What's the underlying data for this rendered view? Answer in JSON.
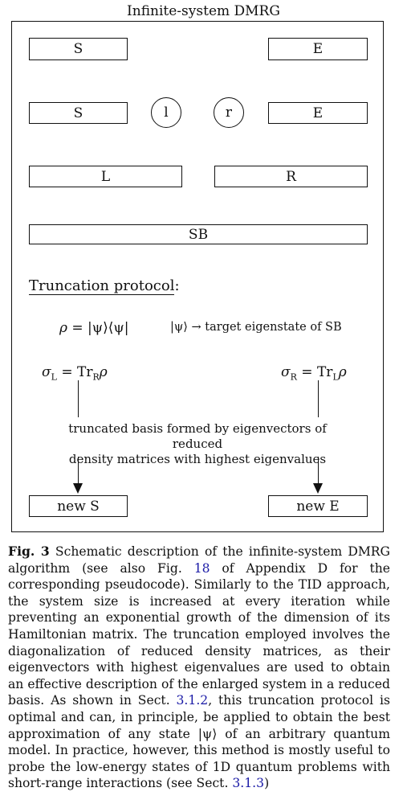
{
  "diagram": {
    "title": "Infinite-system DMRG",
    "row1": {
      "left": "S",
      "right": "E"
    },
    "row2": {
      "left": "S",
      "site_left": "l",
      "site_right": "r",
      "right": "E"
    },
    "row3": {
      "left": "L",
      "right": "R"
    },
    "row4": {
      "center": "SB"
    },
    "truncation_heading": "Truncation protocol",
    "truncation_colon": ":",
    "rho": {
      "symbol": "ρ",
      "equals": " = |ψ⟩⟨ψ|"
    },
    "psi_note": {
      "ket": "|ψ⟩",
      "text": " → target eigenstate of SB"
    },
    "sigma_left": {
      "sym": "σ",
      "sub": "L",
      "eq": " = Tr",
      "trsub": "R",
      "rho": "ρ"
    },
    "sigma_right": {
      "sym": "σ",
      "sub": "R",
      "eq": " = Tr",
      "trsub": "L",
      "rho": "ρ"
    },
    "basis_line1": "truncated basis formed by eigenvectors of reduced",
    "basis_line2": "density matrices with highest eigenvalues",
    "new_left": "new S",
    "new_right": "new E"
  },
  "caption": {
    "label": "Fig. 3",
    "text1": "  Schematic description of the infinite-system DMRG algorithm (see also Fig. ",
    "ref_fig": "18",
    "text2": " of Appendix D for the corresponding pseudocode). Similarly to the TID approach, the system size is increased at every iteration while preventing an exponential growth of the dimension of its Hamiltonian matrix. The truncation employed involves the diagonalization of reduced density matrices, as their eigenvectors with highest eigenvalues are used to obtain an effective description of the enlarged system in a reduced basis. As shown in Sect. ",
    "ref_sect1": "3.1.2",
    "text3": ", this truncation protocol is optimal and can, in principle, be applied to obtain the best approximation of any state |ψ⟩ of an arbitrary quantum model. In practice, however, this method is mostly useful to probe the low-energy states of 1D quantum problems with short-range interactions (see Sect. ",
    "ref_sect2": "3.1.3",
    "text4": ")"
  }
}
